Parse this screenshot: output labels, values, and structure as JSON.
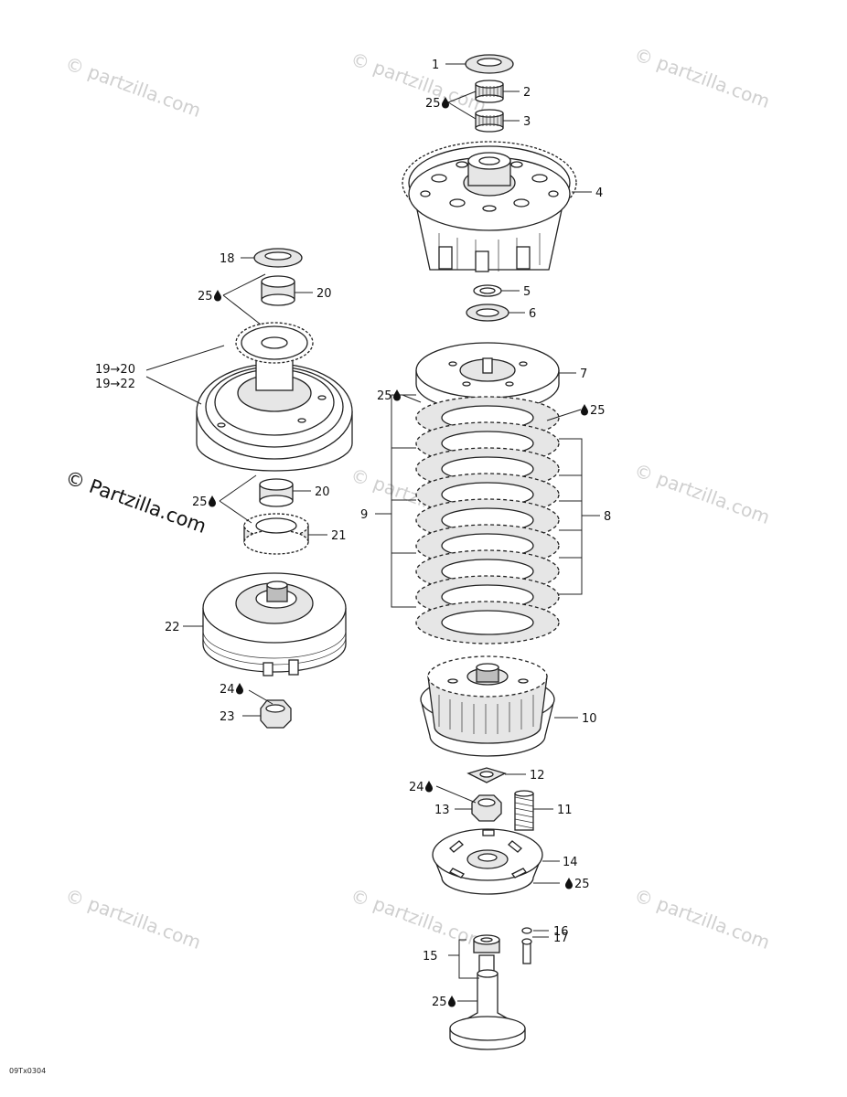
{
  "watermarks": {
    "text": "© partzilla.com",
    "copyright": "© Partzilla.com"
  },
  "callouts": {
    "c1": "1",
    "c2": "2",
    "c25a": "25",
    "c3": "3",
    "c4": "4",
    "c5": "5",
    "c6": "6",
    "c7": "7",
    "c25b": "25",
    "c25c": "25",
    "c8": "8",
    "c9": "9",
    "c10": "10",
    "c24a": "24",
    "c12": "12",
    "c13": "13",
    "c11": "11",
    "c14": "14",
    "c25d": "25",
    "c16": "16",
    "c15": "15",
    "c17": "17",
    "c25e": "25",
    "c18": "18",
    "c25f": "25",
    "c20a": "20",
    "c19a": "19→20",
    "c19b": "19→22",
    "c25g": "25",
    "c20b": "20",
    "c21": "21",
    "c22": "22",
    "c24b": "24",
    "c23": "23"
  },
  "reference_code": "09Tx0304",
  "icons": {
    "oil-drop": "lubricant-drop-icon"
  }
}
